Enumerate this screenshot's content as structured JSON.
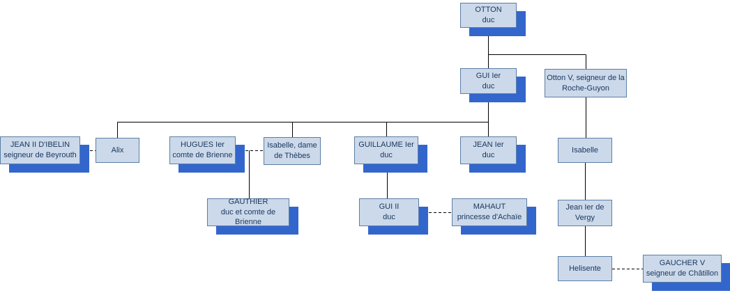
{
  "diagram": {
    "type": "family-tree",
    "nodes": [
      {
        "id": "otton",
        "lines": [
          "OTTON",
          "duc"
        ],
        "emphasized": true
      },
      {
        "id": "gui1",
        "lines": [
          "GUI Ier",
          "duc"
        ],
        "emphasized": true
      },
      {
        "id": "otton5",
        "lines": [
          "Otton V, seigneur de la",
          "Roche-Guyon"
        ],
        "emphasized": false
      },
      {
        "id": "jean2-ibelin",
        "lines": [
          "JEAN II D'IBELIN",
          "seigneur de Beyrouth"
        ],
        "emphasized": true
      },
      {
        "id": "alix",
        "lines": [
          "Alix"
        ],
        "emphasized": false
      },
      {
        "id": "hugues1",
        "lines": [
          "HUGUES Ier",
          "comte de Brienne"
        ],
        "emphasized": true
      },
      {
        "id": "isabelle-thebes",
        "lines": [
          "Isabelle, dame",
          "de Thèbes"
        ],
        "emphasized": false
      },
      {
        "id": "guillaume1",
        "lines": [
          "GUILLAUME Ier",
          "duc"
        ],
        "emphasized": true
      },
      {
        "id": "jean1",
        "lines": [
          "JEAN Ier",
          "duc"
        ],
        "emphasized": true
      },
      {
        "id": "isabelle",
        "lines": [
          "Isabelle"
        ],
        "emphasized": false
      },
      {
        "id": "gauthier",
        "lines": [
          "GAUTHIER",
          "duc et comte de Brienne"
        ],
        "emphasized": true
      },
      {
        "id": "gui2",
        "lines": [
          "GUI II",
          "duc"
        ],
        "emphasized": true
      },
      {
        "id": "mahaut",
        "lines": [
          "MAHAUT",
          "princesse d'Achaïe"
        ],
        "emphasized": true
      },
      {
        "id": "jean-vergy",
        "lines": [
          "Jean Ier de",
          "Vergy"
        ],
        "emphasized": false
      },
      {
        "id": "helisente",
        "lines": [
          "Helisente"
        ],
        "emphasized": false
      },
      {
        "id": "gaucher5",
        "lines": [
          "GAUCHER V",
          "seigneur de Châtillon"
        ],
        "emphasized": true
      }
    ],
    "edges": [
      {
        "from": "otton",
        "to": "gui1",
        "type": "descent"
      },
      {
        "from": "otton",
        "to": "otton5",
        "type": "descent"
      },
      {
        "from": "gui1",
        "to": "alix",
        "type": "descent"
      },
      {
        "from": "gui1",
        "to": "isabelle-thebes",
        "type": "descent"
      },
      {
        "from": "gui1",
        "to": "guillaume1",
        "type": "descent"
      },
      {
        "from": "gui1",
        "to": "jean1",
        "type": "descent"
      },
      {
        "from": "jean2-ibelin",
        "to": "alix",
        "type": "marriage"
      },
      {
        "from": "hugues1",
        "to": "isabelle-thebes",
        "type": "marriage"
      },
      {
        "from": "hugues1+isabelle-thebes",
        "to": "gauthier",
        "type": "descent"
      },
      {
        "from": "guillaume1",
        "to": "gui2",
        "type": "descent"
      },
      {
        "from": "gui2",
        "to": "mahaut",
        "type": "marriage"
      },
      {
        "from": "otton5",
        "to": "isabelle",
        "type": "descent"
      },
      {
        "from": "isabelle",
        "to": "jean-vergy",
        "type": "descent"
      },
      {
        "from": "jean-vergy",
        "to": "helisente",
        "type": "descent"
      },
      {
        "from": "helisente",
        "to": "gaucher5",
        "type": "marriage"
      }
    ]
  },
  "colors": {
    "box_fill": "#ccd9ea",
    "box_border": "#5b7da5",
    "shadow_color": "#3366cc",
    "text_color": "#17365d",
    "line_color": "#000000"
  }
}
